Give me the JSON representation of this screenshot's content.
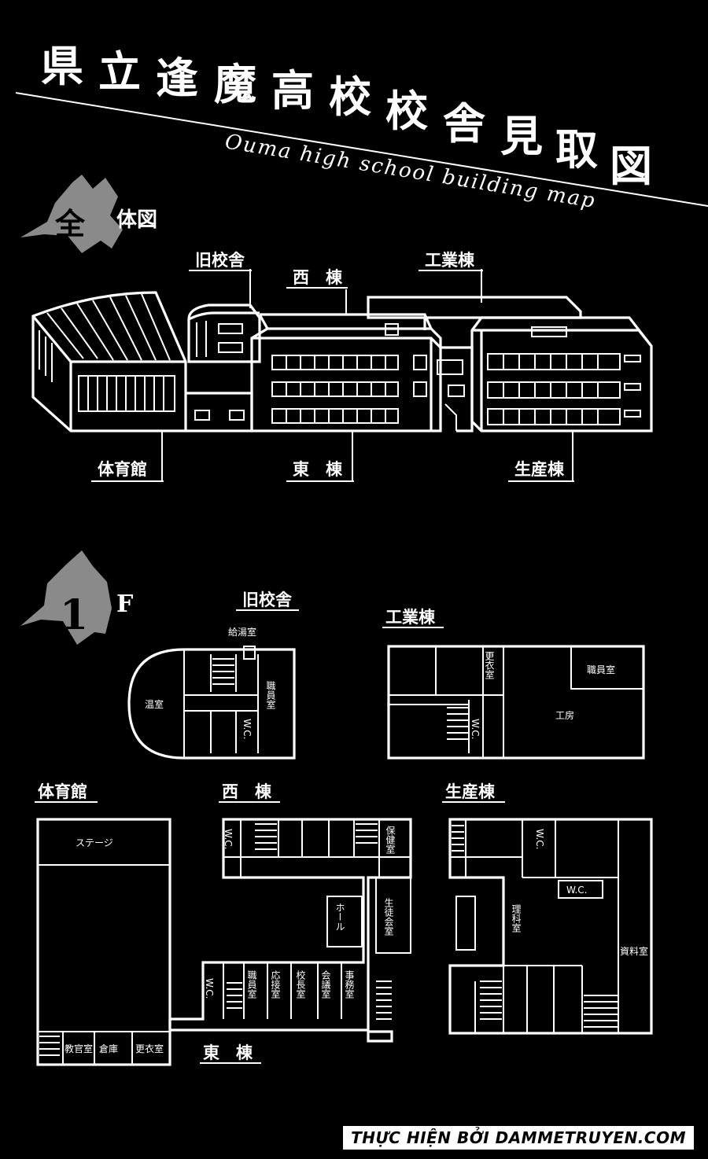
{
  "title": {
    "kanji": "県立逢魔高校校舎見取図",
    "chars": [
      "県",
      "立",
      "逢",
      "魔",
      "高",
      "校",
      "校",
      "舎",
      "見",
      "取",
      "図"
    ],
    "subtitle": "Ouma high school building map"
  },
  "overview": {
    "badge": "全",
    "heading": "体図",
    "labels": {
      "old_building": "旧校舎",
      "west": "西　棟",
      "industrial": "工業棟",
      "gym": "体育館",
      "east": "東　棟",
      "production": "生産棟"
    }
  },
  "floor1": {
    "badge": "1",
    "heading": "F",
    "labels": {
      "old_building": "旧校舎",
      "industrial": "工業棟",
      "gym": "体育館",
      "west": "西　棟",
      "production": "生産棟",
      "east": "東　棟"
    },
    "rooms": {
      "kyutoshitsu": "給湯室",
      "onshitsu": "温室",
      "shokuinshitsu": "職員室",
      "wc": "W.C.",
      "koishitsu": "更衣室",
      "kobo": "工房",
      "stage": "ステージ",
      "hokenshitsu": "保健室",
      "hall": "ホール",
      "seitokaishitsu": "生徒会室",
      "osetsushitsu": "応接室",
      "kochoshitsu": "校長室",
      "kaigishitsu": "会議室",
      "jimushitsu": "事務室",
      "rikashitsu": "理科室",
      "kyokanshitsu": "教官室",
      "soko": "倉庫",
      "shiryoshitsu": "資料室"
    }
  },
  "credit": "THỰC HIỆN BỞI DAMMETRUYEN.COM"
}
